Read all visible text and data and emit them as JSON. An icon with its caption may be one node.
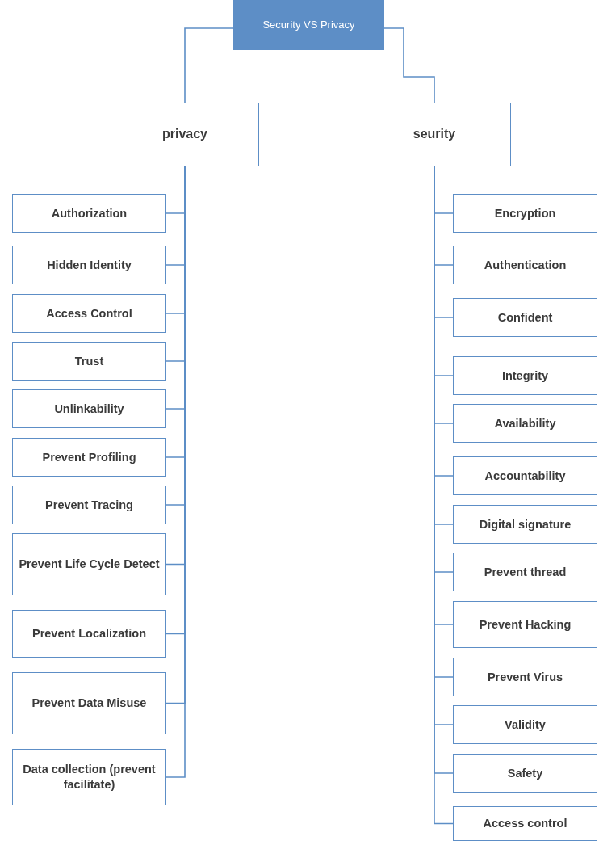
{
  "diagram": {
    "nodes": [
      {
        "text": [
          "Security VS Privacy"
        ]
      },
      {
        "text": [
          "privacy"
        ]
      },
      {
        "text": [
          "seurity"
        ]
      },
      {
        "text": [
          "Authorization"
        ]
      },
      {
        "text": [
          "Hidden Identity"
        ]
      },
      {
        "text": [
          "Access Control"
        ]
      },
      {
        "text": [
          "Trust"
        ]
      },
      {
        "text": [
          "Unlinkability"
        ]
      },
      {
        "text": [
          "Prevent Profiling"
        ]
      },
      {
        "text": [
          "Prevent Tracing"
        ]
      },
      {
        "text": [
          "Prevent Life Cycle Detect"
        ]
      },
      {
        "text": [
          "Prevent Localization"
        ]
      },
      {
        "text": [
          "Prevent Data Misuse"
        ]
      },
      {
        "text": [
          "Data collection (prevent facilitate)"
        ]
      },
      {
        "text": [
          "Encryption"
        ]
      },
      {
        "text": [
          "Authentication"
        ]
      },
      {
        "text": [
          "Confident"
        ]
      },
      {
        "text": [
          "Integrity"
        ]
      },
      {
        "text": [
          "Availability"
        ]
      },
      {
        "text": [
          "Accountability"
        ]
      },
      {
        "text": [
          "Digital signature"
        ]
      },
      {
        "text": [
          "Prevent thread"
        ]
      },
      {
        "text": [
          "Prevent Hacking"
        ]
      },
      {
        "text": [
          "Prevent Virus"
        ]
      },
      {
        "text": [
          "Validity"
        ]
      },
      {
        "text": [
          "Safety"
        ]
      },
      {
        "text": [
          "Access control"
        ]
      }
    ],
    "edges": [
      {
        "from": 0,
        "to": 1,
        "arrow": "none"
      },
      {
        "from": 0,
        "to": 2,
        "arrow": "none"
      },
      {
        "from": 1,
        "to": 3,
        "arrow": "none"
      },
      {
        "from": 1,
        "to": 4,
        "arrow": "none"
      },
      {
        "from": 1,
        "to": 5,
        "arrow": "none"
      },
      {
        "from": 1,
        "to": 6,
        "arrow": "none"
      },
      {
        "from": 1,
        "to": 7,
        "arrow": "none"
      },
      {
        "from": 1,
        "to": 8,
        "arrow": "none"
      },
      {
        "from": 1,
        "to": 9,
        "arrow": "none"
      },
      {
        "from": 1,
        "to": 10,
        "arrow": "none"
      },
      {
        "from": 1,
        "to": 11,
        "arrow": "none"
      },
      {
        "from": 1,
        "to": 12,
        "arrow": "none"
      },
      {
        "from": 1,
        "to": 13,
        "arrow": "none"
      },
      {
        "from": 2,
        "to": 14,
        "arrow": "none"
      },
      {
        "from": 2,
        "to": 15,
        "arrow": "none"
      },
      {
        "from": 2,
        "to": 16,
        "arrow": "none"
      },
      {
        "from": 2,
        "to": 17,
        "arrow": "none"
      },
      {
        "from": 2,
        "to": 18,
        "arrow": "none"
      },
      {
        "from": 2,
        "to": 19,
        "arrow": "none"
      },
      {
        "from": 2,
        "to": 20,
        "arrow": "none"
      },
      {
        "from": 2,
        "to": 21,
        "arrow": "none"
      },
      {
        "from": 2,
        "to": 22,
        "arrow": "none"
      },
      {
        "from": 2,
        "to": 23,
        "arrow": "none"
      },
      {
        "from": 2,
        "to": 24,
        "arrow": "none"
      },
      {
        "from": 2,
        "to": 25,
        "arrow": "none"
      },
      {
        "from": 2,
        "to": 26,
        "arrow": "none"
      }
    ]
  }
}
